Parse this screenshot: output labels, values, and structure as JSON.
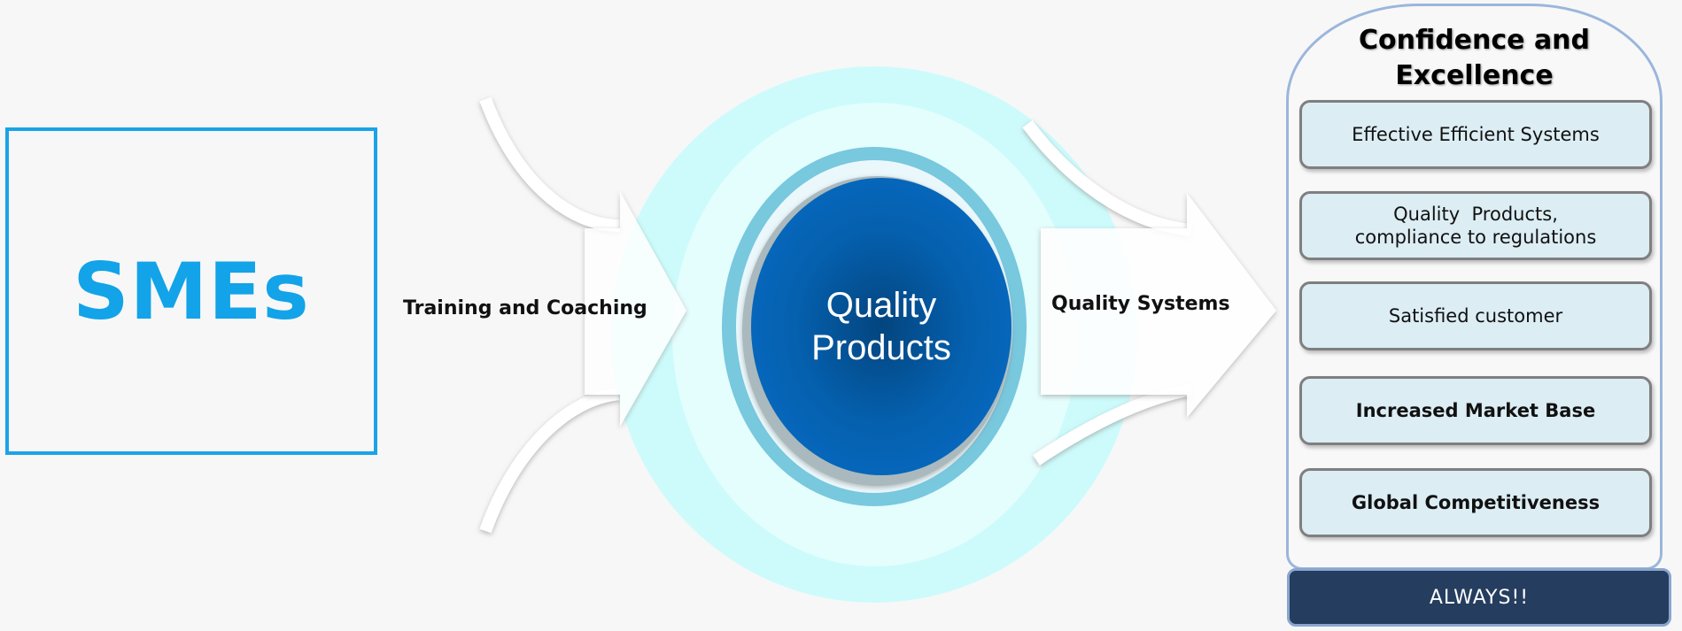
{
  "left": {
    "title": "SMEs"
  },
  "arrows": {
    "input_label": "Training and Coaching",
    "output_label": "Quality Systems"
  },
  "center": {
    "line1": "Quality",
    "line2": "Products"
  },
  "panel": {
    "title_line1": "Confidence and",
    "title_line2": "Excellence",
    "items": [
      {
        "line1": "Effective Efficient Systems",
        "line2": ""
      },
      {
        "line1": "Quality  Products,",
        "line2": "compliance to regulations"
      },
      {
        "line1": "Satisfied customer",
        "line2": ""
      },
      {
        "line1": "Increased Market Base",
        "line2": ""
      },
      {
        "line1": "Global Competitiveness",
        "line2": ""
      }
    ],
    "footer": "ALWAYS!!"
  },
  "colors": {
    "accent": "#12a3e8",
    "core": "#0563b5",
    "footer": "#253d5e",
    "item_bg": "#dcedf4"
  }
}
